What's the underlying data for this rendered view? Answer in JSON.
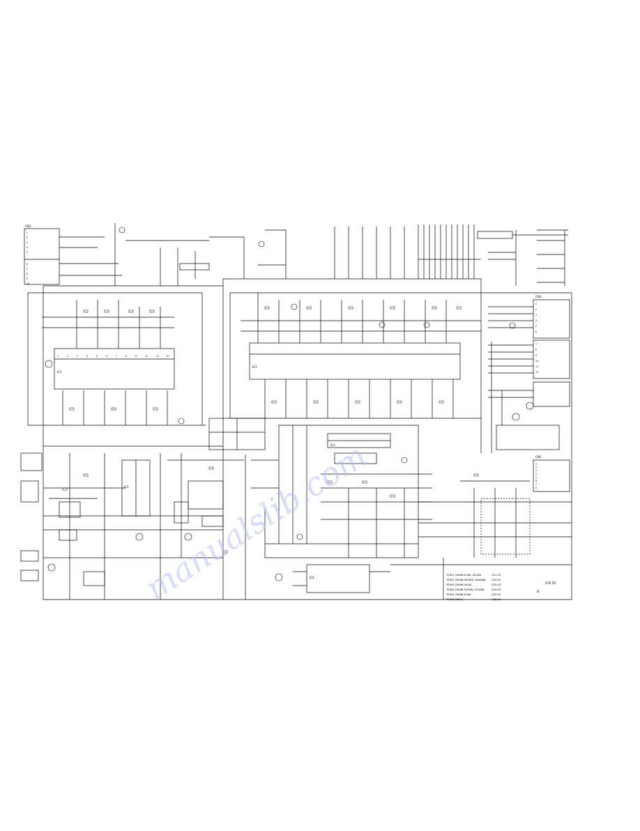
{
  "title_block": {
    "lines": [
      "TR401  2SK68  DCBA, DCLBA",
      "TR402  2SK68  HX5NOJ, HN4WBJ",
      "TR403  2SK68  HX5ZJ",
      "TR404  2SK68  HX50BJ, HC4ABJ",
      "TR405  2SK68  DCBA",
      "TR406  HNB 2"
    ],
    "codes": [
      "CZ1 LD",
      "CZ2 LD",
      "CZ3 LD",
      "CZ4 LD",
      "CZ5 LD",
      "CZ6 LD"
    ],
    "model": "FOR TB",
    "code": "IS"
  },
  "connectors": {
    "cn1": "CN1",
    "cn1_pins": [
      "1",
      "2",
      "3",
      "4",
      "5",
      "6",
      "7",
      "8",
      "9",
      "10"
    ],
    "cn3": "CN3",
    "cn3_pins": [
      "1",
      "2",
      "3",
      "4",
      "5",
      "6",
      "7",
      "8",
      "9",
      "10",
      "11",
      "12"
    ],
    "cn5": "CN5",
    "cn5_pins": [
      "1",
      "2",
      "3",
      "4",
      "5",
      "6",
      "7",
      "8"
    ]
  },
  "ics": {
    "ic1": "IC1",
    "ic2": "IC2",
    "ic3": "IC3",
    "ic4": "IC4",
    "ic5": "IC5"
  },
  "watermark": "manualslib.com"
}
